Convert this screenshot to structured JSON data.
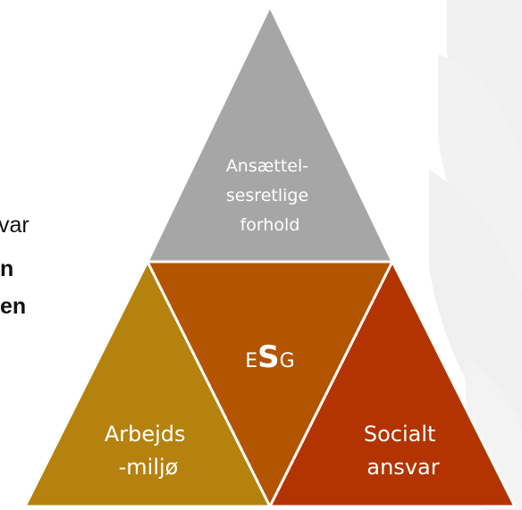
{
  "left_text": {
    "line1": "var",
    "line2": "n",
    "line3": "en"
  },
  "pyramid": {
    "top": {
      "lines": [
        "Ansættel-",
        "sesretlige",
        "forhold"
      ],
      "color": "#a6a6a6"
    },
    "left": {
      "lines": [
        "Arbejds",
        "-miljø"
      ],
      "color": "#b5820e"
    },
    "center": {
      "prefix": "E",
      "main": "S",
      "suffix": "G",
      "color": "#b35400"
    },
    "right": {
      "lines": [
        "Socialt",
        "ansvar"
      ],
      "color": "#b33400"
    }
  },
  "background": {
    "leaf_color": "#f0f0f0"
  }
}
